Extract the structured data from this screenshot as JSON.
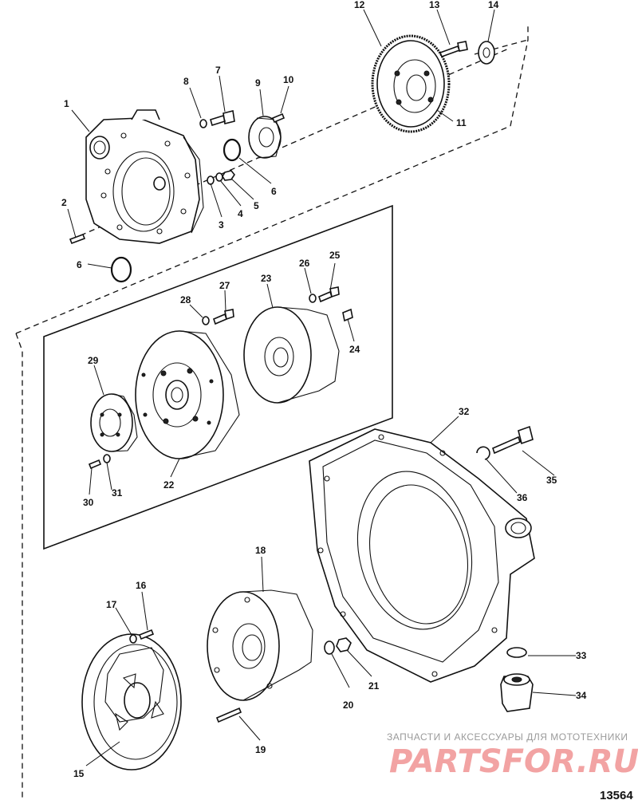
{
  "callouts": [
    {
      "id": "1",
      "text": "1"
    },
    {
      "id": "2",
      "text": "2"
    },
    {
      "id": "3",
      "text": "3"
    },
    {
      "id": "4",
      "text": "4"
    },
    {
      "id": "5",
      "text": "5"
    },
    {
      "id": "6a",
      "text": "6"
    },
    {
      "id": "6b",
      "text": "6"
    },
    {
      "id": "7",
      "text": "7"
    },
    {
      "id": "8",
      "text": "8"
    },
    {
      "id": "9",
      "text": "9"
    },
    {
      "id": "10",
      "text": "10"
    },
    {
      "id": "11",
      "text": "11"
    },
    {
      "id": "12",
      "text": "12"
    },
    {
      "id": "13",
      "text": "13"
    },
    {
      "id": "14",
      "text": "14"
    },
    {
      "id": "15",
      "text": "15"
    },
    {
      "id": "16",
      "text": "16"
    },
    {
      "id": "17",
      "text": "17"
    },
    {
      "id": "18",
      "text": "18"
    },
    {
      "id": "19",
      "text": "19"
    },
    {
      "id": "20",
      "text": "20"
    },
    {
      "id": "21",
      "text": "21"
    },
    {
      "id": "22",
      "text": "22"
    },
    {
      "id": "23",
      "text": "23"
    },
    {
      "id": "24",
      "text": "24"
    },
    {
      "id": "25",
      "text": "25"
    },
    {
      "id": "26",
      "text": "26"
    },
    {
      "id": "27",
      "text": "27"
    },
    {
      "id": "28",
      "text": "28"
    },
    {
      "id": "29",
      "text": "29"
    },
    {
      "id": "30",
      "text": "30"
    },
    {
      "id": "31",
      "text": "31"
    },
    {
      "id": "32",
      "text": "32"
    },
    {
      "id": "33",
      "text": "33"
    },
    {
      "id": "34",
      "text": "34"
    },
    {
      "id": "35",
      "text": "35"
    },
    {
      "id": "36",
      "text": "36"
    }
  ],
  "watermark": {
    "tagline": "ЗАПЧАСТИ И АКСЕССУАРЫ ДЛЯ МОТОТЕХНИКИ",
    "logo": "PARTSFOR.RU"
  },
  "figure_number": "13564"
}
